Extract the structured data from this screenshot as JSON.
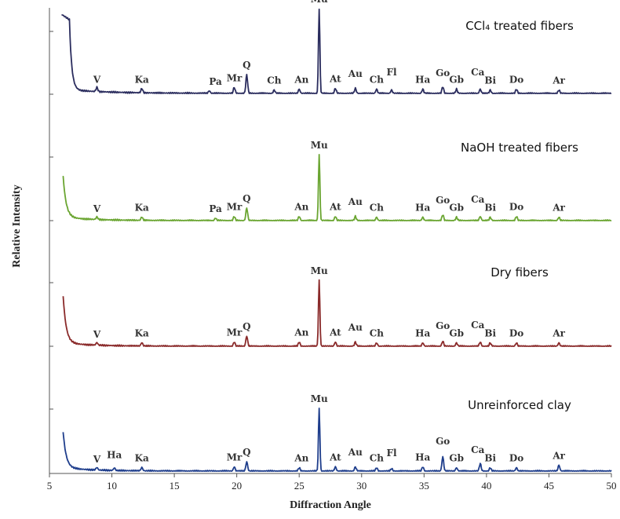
{
  "chart_data": {
    "type": "line",
    "xlabel": "Diffraction Angle",
    "ylabel": "Relative Intensity",
    "xlim": [
      5,
      50
    ],
    "xticks": [
      5,
      10,
      15,
      20,
      25,
      30,
      35,
      40,
      45,
      50
    ],
    "grid": false,
    "series": [
      {
        "name": "CCl₄ treated fibers",
        "color": "#2b2d5e",
        "low_angle_start": 6.0,
        "low_angle_height": 0.88,
        "start_plateau": true,
        "peaks": [
          {
            "x": 8.8,
            "h": 0.05
          },
          {
            "x": 12.4,
            "h": 0.05
          },
          {
            "x": 17.8,
            "h": 0.03
          },
          {
            "x": 19.8,
            "h": 0.07
          },
          {
            "x": 20.8,
            "h": 0.22
          },
          {
            "x": 23.0,
            "h": 0.04
          },
          {
            "x": 25.0,
            "h": 0.05
          },
          {
            "x": 26.6,
            "h": 1.0
          },
          {
            "x": 27.9,
            "h": 0.06
          },
          {
            "x": 29.5,
            "h": 0.06
          },
          {
            "x": 31.2,
            "h": 0.05
          },
          {
            "x": 32.4,
            "h": 0.04
          },
          {
            "x": 34.9,
            "h": 0.05
          },
          {
            "x": 36.5,
            "h": 0.08
          },
          {
            "x": 37.6,
            "h": 0.05
          },
          {
            "x": 39.5,
            "h": 0.05
          },
          {
            "x": 40.3,
            "h": 0.04
          },
          {
            "x": 42.4,
            "h": 0.05
          },
          {
            "x": 45.8,
            "h": 0.04
          }
        ],
        "labels": [
          {
            "text": "V",
            "x": 8.8,
            "h": 0.05
          },
          {
            "text": "Ka",
            "x": 12.4,
            "h": 0.05
          },
          {
            "text": "Pa",
            "x": 18.3,
            "h": 0.03
          },
          {
            "text": "Mr",
            "x": 19.8,
            "h": 0.07
          },
          {
            "text": "Q",
            "x": 20.8,
            "h": 0.22
          },
          {
            "text": "Ch",
            "x": 23.0,
            "h": 0.04
          },
          {
            "text": "An",
            "x": 25.2,
            "h": 0.05
          },
          {
            "text": "Mu",
            "x": 26.6,
            "h": 1.0
          },
          {
            "text": "At",
            "x": 27.9,
            "h": 0.06
          },
          {
            "text": "Au",
            "x": 29.5,
            "h": 0.12
          },
          {
            "text": "Ch",
            "x": 31.2,
            "h": 0.05
          },
          {
            "text": "Fl",
            "x": 32.4,
            "h": 0.14
          },
          {
            "text": "Ha",
            "x": 34.9,
            "h": 0.05
          },
          {
            "text": "Go",
            "x": 36.5,
            "h": 0.13
          },
          {
            "text": "Gb",
            "x": 37.6,
            "h": 0.05
          },
          {
            "text": "Ca",
            "x": 39.3,
            "h": 0.14
          },
          {
            "text": "Bi",
            "x": 40.3,
            "h": 0.04
          },
          {
            "text": "Do",
            "x": 42.4,
            "h": 0.05
          },
          {
            "text": "Ar",
            "x": 45.8,
            "h": 0.04
          }
        ]
      },
      {
        "name": "NaOH treated fibers",
        "color": "#6aa531",
        "low_angle_start": 6.1,
        "low_angle_height": 0.48,
        "start_plateau": false,
        "peaks": [
          {
            "x": 8.8,
            "h": 0.03
          },
          {
            "x": 12.4,
            "h": 0.04
          },
          {
            "x": 18.3,
            "h": 0.03
          },
          {
            "x": 19.8,
            "h": 0.05
          },
          {
            "x": 20.8,
            "h": 0.15
          },
          {
            "x": 25.0,
            "h": 0.05
          },
          {
            "x": 26.6,
            "h": 0.78
          },
          {
            "x": 27.9,
            "h": 0.05
          },
          {
            "x": 29.5,
            "h": 0.05
          },
          {
            "x": 31.2,
            "h": 0.04
          },
          {
            "x": 34.9,
            "h": 0.04
          },
          {
            "x": 36.5,
            "h": 0.07
          },
          {
            "x": 37.6,
            "h": 0.04
          },
          {
            "x": 39.5,
            "h": 0.05
          },
          {
            "x": 40.3,
            "h": 0.04
          },
          {
            "x": 42.4,
            "h": 0.05
          },
          {
            "x": 45.8,
            "h": 0.04
          }
        ],
        "labels": [
          {
            "text": "V",
            "x": 8.8,
            "h": 0.03
          },
          {
            "text": "Ka",
            "x": 12.4,
            "h": 0.04
          },
          {
            "text": "Pa",
            "x": 18.3,
            "h": 0.03
          },
          {
            "text": "Mr",
            "x": 19.8,
            "h": 0.05
          },
          {
            "text": "Q",
            "x": 20.8,
            "h": 0.15
          },
          {
            "text": "An",
            "x": 25.2,
            "h": 0.05
          },
          {
            "text": "Mu",
            "x": 26.6,
            "h": 0.78
          },
          {
            "text": "At",
            "x": 27.9,
            "h": 0.05
          },
          {
            "text": "Au",
            "x": 29.5,
            "h": 0.11
          },
          {
            "text": "Ch",
            "x": 31.2,
            "h": 0.04
          },
          {
            "text": "Ha",
            "x": 34.9,
            "h": 0.04
          },
          {
            "text": "Go",
            "x": 36.5,
            "h": 0.13
          },
          {
            "text": "Gb",
            "x": 37.6,
            "h": 0.04
          },
          {
            "text": "Ca",
            "x": 39.3,
            "h": 0.14
          },
          {
            "text": "Bi",
            "x": 40.3,
            "h": 0.04
          },
          {
            "text": "Do",
            "x": 42.4,
            "h": 0.05
          },
          {
            "text": "Ar",
            "x": 45.8,
            "h": 0.04
          }
        ]
      },
      {
        "name": "Dry fibers",
        "color": "#8a2a2a",
        "low_angle_start": 6.1,
        "low_angle_height": 0.55,
        "start_plateau": false,
        "peaks": [
          {
            "x": 8.8,
            "h": 0.03
          },
          {
            "x": 12.4,
            "h": 0.04
          },
          {
            "x": 19.8,
            "h": 0.05
          },
          {
            "x": 20.8,
            "h": 0.12
          },
          {
            "x": 25.0,
            "h": 0.05
          },
          {
            "x": 26.6,
            "h": 0.78
          },
          {
            "x": 27.9,
            "h": 0.05
          },
          {
            "x": 29.5,
            "h": 0.05
          },
          {
            "x": 31.2,
            "h": 0.04
          },
          {
            "x": 34.9,
            "h": 0.04
          },
          {
            "x": 36.5,
            "h": 0.06
          },
          {
            "x": 37.6,
            "h": 0.04
          },
          {
            "x": 39.5,
            "h": 0.05
          },
          {
            "x": 40.3,
            "h": 0.04
          },
          {
            "x": 42.4,
            "h": 0.04
          },
          {
            "x": 45.8,
            "h": 0.04
          }
        ],
        "labels": [
          {
            "text": "V",
            "x": 8.8,
            "h": 0.03
          },
          {
            "text": "Ka",
            "x": 12.4,
            "h": 0.04
          },
          {
            "text": "Mr",
            "x": 19.8,
            "h": 0.05
          },
          {
            "text": "Q",
            "x": 20.8,
            "h": 0.12
          },
          {
            "text": "An",
            "x": 25.2,
            "h": 0.05
          },
          {
            "text": "Mu",
            "x": 26.6,
            "h": 0.78
          },
          {
            "text": "At",
            "x": 27.9,
            "h": 0.05
          },
          {
            "text": "Au",
            "x": 29.5,
            "h": 0.11
          },
          {
            "text": "Ch",
            "x": 31.2,
            "h": 0.04
          },
          {
            "text": "Ha",
            "x": 34.9,
            "h": 0.04
          },
          {
            "text": "Go",
            "x": 36.5,
            "h": 0.13
          },
          {
            "text": "Gb",
            "x": 37.6,
            "h": 0.04
          },
          {
            "text": "Ca",
            "x": 39.3,
            "h": 0.14
          },
          {
            "text": "Bi",
            "x": 40.3,
            "h": 0.04
          },
          {
            "text": "Do",
            "x": 42.4,
            "h": 0.04
          },
          {
            "text": "Ar",
            "x": 45.8,
            "h": 0.04
          }
        ]
      },
      {
        "name": "Unreinforced clay",
        "color": "#1f3e8c",
        "low_angle_start": 6.1,
        "low_angle_height": 0.42,
        "start_plateau": false,
        "peaks": [
          {
            "x": 8.8,
            "h": 0.03
          },
          {
            "x": 10.2,
            "h": 0.03
          },
          {
            "x": 12.4,
            "h": 0.04
          },
          {
            "x": 19.8,
            "h": 0.05
          },
          {
            "x": 20.8,
            "h": 0.11
          },
          {
            "x": 25.0,
            "h": 0.04
          },
          {
            "x": 26.6,
            "h": 0.74
          },
          {
            "x": 27.9,
            "h": 0.05
          },
          {
            "x": 29.5,
            "h": 0.05
          },
          {
            "x": 31.2,
            "h": 0.04
          },
          {
            "x": 32.4,
            "h": 0.03
          },
          {
            "x": 34.9,
            "h": 0.05
          },
          {
            "x": 36.5,
            "h": 0.17
          },
          {
            "x": 37.6,
            "h": 0.04
          },
          {
            "x": 39.5,
            "h": 0.09
          },
          {
            "x": 40.3,
            "h": 0.04
          },
          {
            "x": 42.4,
            "h": 0.04
          },
          {
            "x": 45.8,
            "h": 0.07
          }
        ],
        "labels": [
          {
            "text": "V",
            "x": 8.8,
            "h": 0.03
          },
          {
            "text": "Ha",
            "x": 10.2,
            "h": 0.08
          },
          {
            "text": "Ka",
            "x": 12.4,
            "h": 0.04
          },
          {
            "text": "Mr",
            "x": 19.8,
            "h": 0.05
          },
          {
            "text": "Q",
            "x": 20.8,
            "h": 0.11
          },
          {
            "text": "An",
            "x": 25.2,
            "h": 0.04
          },
          {
            "text": "Mu",
            "x": 26.6,
            "h": 0.74
          },
          {
            "text": "At",
            "x": 27.9,
            "h": 0.05
          },
          {
            "text": "Au",
            "x": 29.5,
            "h": 0.11
          },
          {
            "text": "Ch",
            "x": 31.2,
            "h": 0.04
          },
          {
            "text": "Fl",
            "x": 32.4,
            "h": 0.1
          },
          {
            "text": "Ha",
            "x": 34.9,
            "h": 0.05
          },
          {
            "text": "Go",
            "x": 36.5,
            "h": 0.24
          },
          {
            "text": "Gb",
            "x": 37.6,
            "h": 0.04
          },
          {
            "text": "Ca",
            "x": 39.3,
            "h": 0.14
          },
          {
            "text": "Bi",
            "x": 40.3,
            "h": 0.04
          },
          {
            "text": "Do",
            "x": 42.4,
            "h": 0.04
          },
          {
            "text": "Ar",
            "x": 45.8,
            "h": 0.07
          }
        ]
      }
    ]
  }
}
